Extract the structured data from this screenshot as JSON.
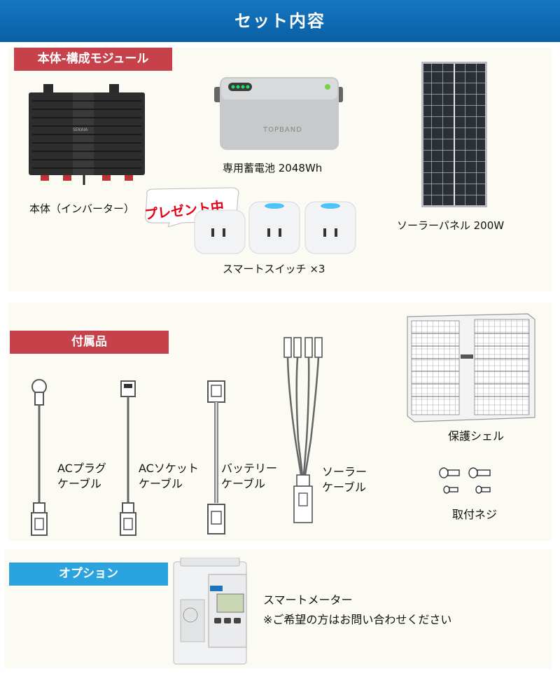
{
  "header": {
    "title": "セット内容"
  },
  "main_module": {
    "label": "本体-構成モジュール",
    "items": {
      "inverter": "本体（インバーター）",
      "battery": "専用蓄電池 2048Wh",
      "battery_brand": "TOPBAND",
      "inverter_brand": "SEKAIA",
      "smart_switch": "スマートスイッチ ×3",
      "present": "プレゼント中",
      "solar_panel": "ソーラーパネル 200W"
    }
  },
  "accessories": {
    "label": "付属品",
    "items": {
      "ac_plug": [
        "ACプラグ",
        "ケーブル"
      ],
      "ac_socket": [
        "ACソケット",
        "ケーブル"
      ],
      "battery_cable": [
        "バッテリー",
        "ケーブル"
      ],
      "solar_cable": [
        "ソーラー",
        "ケーブル"
      ],
      "shell": "保護シェル",
      "screws": "取付ネジ"
    }
  },
  "option": {
    "label": "オプション",
    "item": "スマートメーター",
    "note": "※ご希望の方はお問い合わせください"
  },
  "colors": {
    "header": "#0d6fb8",
    "red_label": "#c6414a",
    "blue_label": "#2aa3de",
    "panel": "#fbfaf3"
  }
}
